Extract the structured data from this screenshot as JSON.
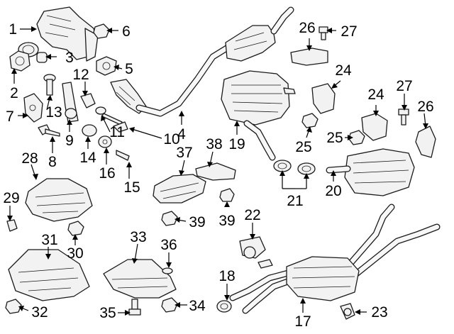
{
  "callouts": [
    {
      "id": "c1",
      "text": "1"
    },
    {
      "id": "c2",
      "text": "2"
    },
    {
      "id": "c3",
      "text": "3"
    },
    {
      "id": "c4",
      "text": "4"
    },
    {
      "id": "c5",
      "text": "5"
    },
    {
      "id": "c6",
      "text": "6"
    },
    {
      "id": "c7",
      "text": "7"
    },
    {
      "id": "c8",
      "text": "8"
    },
    {
      "id": "c9",
      "text": "9"
    },
    {
      "id": "c10",
      "text": "10"
    },
    {
      "id": "c11",
      "text": "11"
    },
    {
      "id": "c12",
      "text": "12"
    },
    {
      "id": "c13",
      "text": "13"
    },
    {
      "id": "c14",
      "text": "14"
    },
    {
      "id": "c15",
      "text": "15"
    },
    {
      "id": "c16",
      "text": "16"
    },
    {
      "id": "c17",
      "text": "17"
    },
    {
      "id": "c18",
      "text": "18"
    },
    {
      "id": "c19",
      "text": "19"
    },
    {
      "id": "c20",
      "text": "20"
    },
    {
      "id": "c21",
      "text": "21"
    },
    {
      "id": "c22",
      "text": "22"
    },
    {
      "id": "c23",
      "text": "23"
    },
    {
      "id": "c24a",
      "text": "24"
    },
    {
      "id": "c24b",
      "text": "24"
    },
    {
      "id": "c25a",
      "text": "25"
    },
    {
      "id": "c25b",
      "text": "25"
    },
    {
      "id": "c26a",
      "text": "26"
    },
    {
      "id": "c26b",
      "text": "26"
    },
    {
      "id": "c27a",
      "text": "27"
    },
    {
      "id": "c27b",
      "text": "27"
    },
    {
      "id": "c28",
      "text": "28"
    },
    {
      "id": "c29",
      "text": "29"
    },
    {
      "id": "c30",
      "text": "30"
    },
    {
      "id": "c31",
      "text": "31"
    },
    {
      "id": "c32",
      "text": "32"
    },
    {
      "id": "c33",
      "text": "33"
    },
    {
      "id": "c34",
      "text": "34"
    },
    {
      "id": "c35",
      "text": "35"
    },
    {
      "id": "c36",
      "text": "36"
    },
    {
      "id": "c37",
      "text": "37"
    },
    {
      "id": "c38",
      "text": "38"
    },
    {
      "id": "c39a",
      "text": "39"
    },
    {
      "id": "c39b",
      "text": "39"
    }
  ]
}
